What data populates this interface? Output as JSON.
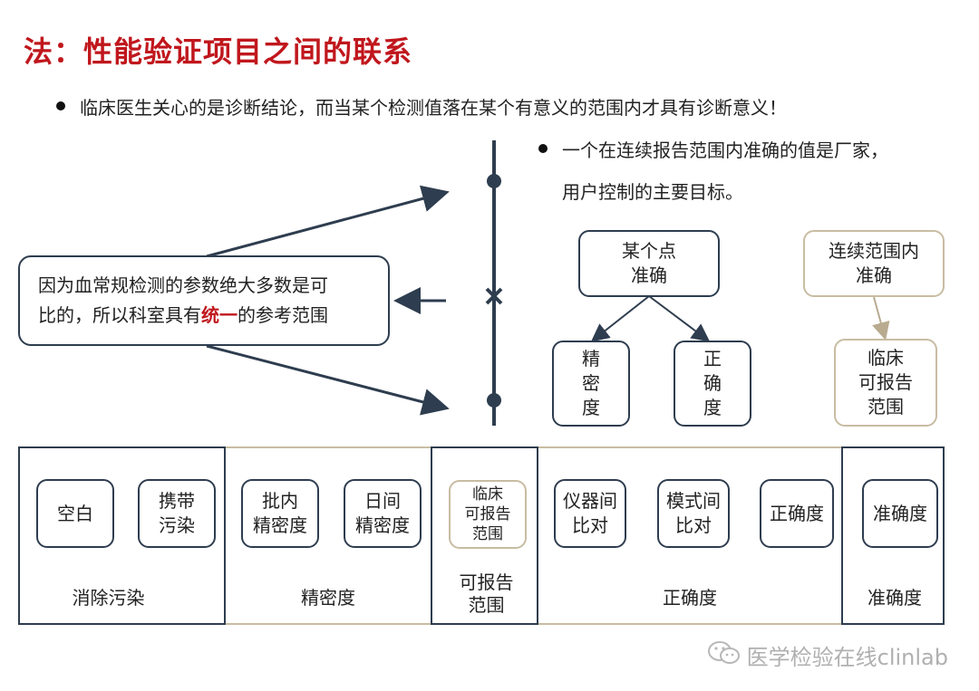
{
  "title": "法：性能验证项目之间的联系",
  "bullets": {
    "main": "临床医生关心的是诊断结论，而当某个检测值落在某个有意义的范围内才具有诊断意义！",
    "right_line1": "一个在连续报告范围内准确的值是厂家，",
    "right_line2": "用户控制的主要目标。"
  },
  "reason_box": {
    "line1": "因为血常规检测的参数绝大多数是可",
    "line2_pre": "比的，所以科室具有",
    "line2_emph": "统一",
    "line2_post": "的参考范围"
  },
  "tree": {
    "point_accurate": [
      "某个点",
      "准确"
    ],
    "precision": [
      "精",
      "密",
      "度"
    ],
    "trueness": [
      "正",
      "确",
      "度"
    ],
    "range_accurate": [
      "连续范围内",
      "准确"
    ],
    "reportable_range": [
      "临床",
      "可报告",
      "范围"
    ]
  },
  "panels": [
    {
      "label": "消除污染",
      "items": [
        [
          "空白"
        ],
        [
          "携带",
          "污染"
        ]
      ]
    },
    {
      "label": "精密度",
      "items": [
        [
          "批内",
          "精密度"
        ],
        [
          "日间",
          "精密度"
        ]
      ]
    },
    {
      "label": [
        "可报告",
        "范围"
      ],
      "items": [
        [
          "临床",
          "可报告",
          "范围"
        ]
      ]
    },
    {
      "label": "正确度",
      "items": [
        [
          "仪器间",
          "比对"
        ],
        [
          "模式间",
          "比对"
        ],
        [
          "正确度"
        ]
      ]
    },
    {
      "label": "准确度",
      "items": [
        [
          "准确度"
        ]
      ]
    }
  ],
  "watermark": "医学检验在线clinlab",
  "colors": {
    "accent_red": "#c0171d",
    "navy": "#2e3d4f",
    "beige": "#c8bca2"
  }
}
